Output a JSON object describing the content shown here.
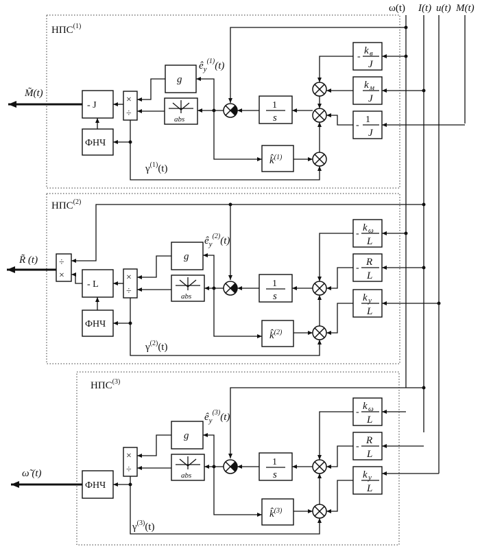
{
  "inputs": {
    "omega": "ω(t)",
    "current": "I(t)",
    "voltage": "u(t)",
    "moment": "M(t)"
  },
  "common": {
    "one": "1",
    "s": "s",
    "g": "g",
    "abs": "abs",
    "mul": "×",
    "div": "÷",
    "lpf": "ФНЧ",
    "minus": "-"
  },
  "block1": {
    "title": "НПС",
    "sup": "(1)",
    "e_label": "ê",
    "e_sub": "y",
    "e_sup": "(1)",
    "e_arg": "(t)",
    "k_hat": "k̂",
    "k_sup": "(1)",
    "gamma": "γ",
    "gamma_sup": "(1)",
    "gamma_arg": "(t)",
    "gain": "- J",
    "coef1_num": "k",
    "coef1_sub": "в",
    "coef1_den": "J",
    "coef2_num": "k",
    "coef2_sub": "м",
    "coef2_den": "J",
    "coef3_num": "1",
    "coef3_den": "J",
    "output": "M̃(t)"
  },
  "block2": {
    "title": "НПС",
    "sup": "(2)",
    "e_label": "ê",
    "e_sub": "y",
    "e_sup": "(2)",
    "e_arg": "(t)",
    "k_hat": "k̂",
    "k_sup": "(2)",
    "gamma": "γ",
    "gamma_sup": "(2)",
    "gamma_arg": "(t)",
    "gain": "- L",
    "coef1_num": "k",
    "coef1_sub": "ω",
    "coef1_den": "L",
    "coef2_num": "R",
    "coef2_den": "L",
    "coef3_num": "k",
    "coef3_sub": "у",
    "coef3_den": "L",
    "output": "R̃ (t)"
  },
  "block3": {
    "title": "НПС",
    "sup": "(3)",
    "e_label": "ê",
    "e_sub": "y",
    "e_sup": "(3)",
    "e_arg": "(t)",
    "k_hat": "k̂",
    "k_sup": "(3)",
    "gamma": "γ",
    "gamma_sup": "(3)",
    "gamma_arg": "(t)",
    "coef1_num": "k",
    "coef1_sub": "ω",
    "coef1_den": "L",
    "coef2_num": "R",
    "coef2_den": "L",
    "coef3_num": "k",
    "coef3_sub": "у",
    "coef3_den": "L",
    "output": "ω̃ (t)"
  }
}
